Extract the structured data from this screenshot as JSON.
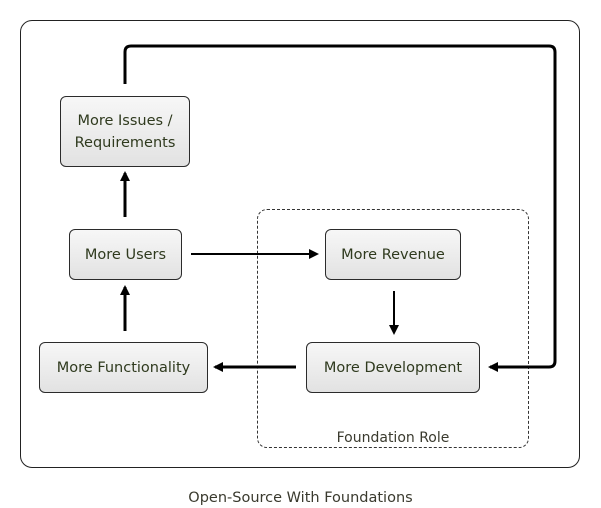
{
  "diagram": {
    "nodes": {
      "issues": "More Issues / Requirements",
      "users": "More Users",
      "revenue": "More Revenue",
      "development": "More Development",
      "functionality": "More Functionality"
    },
    "region_label": "Foundation Role",
    "caption": "Open-Source With Foundations",
    "edges": [
      {
        "from": "users",
        "to": "issues"
      },
      {
        "from": "issues",
        "to": "development"
      },
      {
        "from": "users",
        "to": "revenue"
      },
      {
        "from": "revenue",
        "to": "development"
      },
      {
        "from": "development",
        "to": "functionality"
      },
      {
        "from": "functionality",
        "to": "users"
      }
    ]
  }
}
